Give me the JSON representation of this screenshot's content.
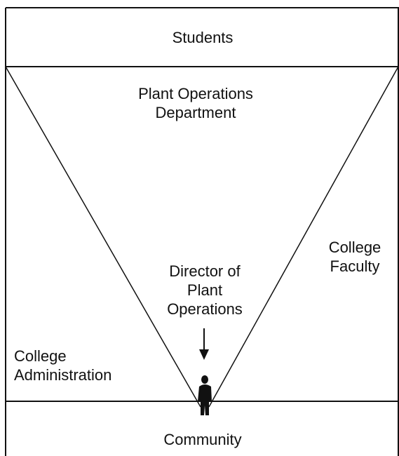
{
  "diagram": {
    "top_band": {
      "label": "Students"
    },
    "bottom_band": {
      "label": "Community"
    },
    "triangle": {
      "top_label_line1": "Plant Operations",
      "top_label_line2": "Department"
    },
    "left_label": {
      "line1": "College",
      "line2": "Administration"
    },
    "right_label": {
      "line1": "College",
      "line2": "Faculty"
    },
    "center_label": {
      "line1": "Director of",
      "line2": "Plant",
      "line3": "Operations"
    },
    "colors": {
      "line": "#111111",
      "background": "#ffffff"
    },
    "icons": {
      "arrow": "down-arrow-icon",
      "person": "person-silhouette-icon"
    }
  }
}
